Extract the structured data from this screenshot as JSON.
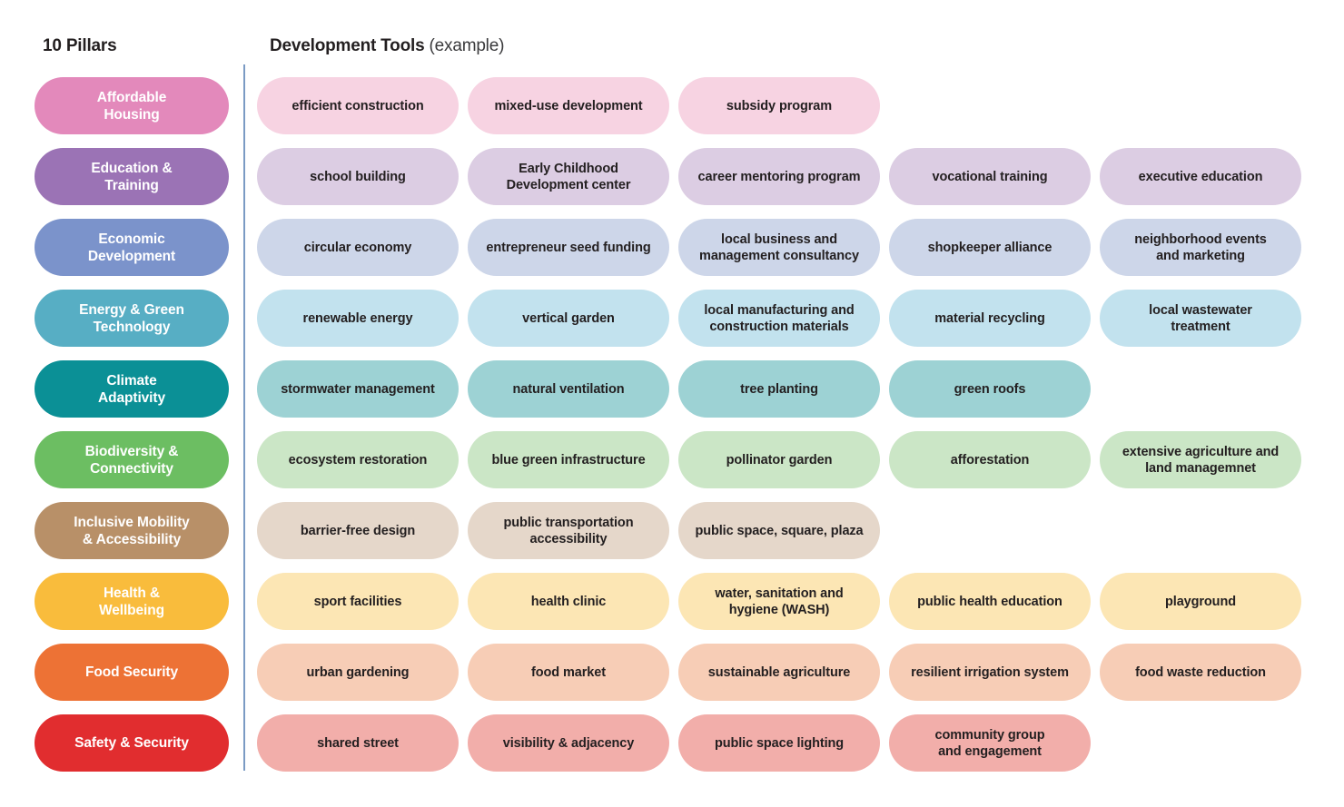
{
  "headers": {
    "pillars_title": "10 Pillars",
    "tools_title": "Development Tools",
    "tools_subtitle": "(example)"
  },
  "colors": {
    "divider": "#7b9bc4",
    "text_dark": "#231f20",
    "text_light": "#ffffff",
    "background": "#ffffff"
  },
  "rows": [
    {
      "pillar": {
        "label": "Affordable\nHousing",
        "color": "#e389bb"
      },
      "tool_color": "#f7d3e2",
      "tools": [
        "efficient construction",
        "mixed-use development",
        "subsidy program"
      ]
    },
    {
      "pillar": {
        "label": "Education &\nTraining",
        "color": "#9b73b5"
      },
      "tool_color": "#dccde3",
      "tools": [
        "school building",
        "Early Childhood\nDevelopment center",
        "career mentoring program",
        "vocational training",
        "executive education"
      ]
    },
    {
      "pillar": {
        "label": "Economic\nDevelopment",
        "color": "#7b93cb"
      },
      "tool_color": "#cdd6e9",
      "tools": [
        "circular economy",
        "entrepreneur seed funding",
        "local business and\nmanagement consultancy",
        "shopkeeper alliance",
        "neighborhood events\nand marketing"
      ]
    },
    {
      "pillar": {
        "label": "Energy & Green\nTechnology",
        "color": "#57aec4"
      },
      "tool_color": "#c2e2ee",
      "tools": [
        "renewable energy",
        "vertical garden",
        "local manufacturing and\nconstruction materials",
        "material recycling",
        "local wastewater\ntreatment"
      ]
    },
    {
      "pillar": {
        "label": "Climate\nAdaptivity",
        "color": "#0b9096"
      },
      "tool_color": "#9dd2d4",
      "tools": [
        "stormwater management",
        "natural ventilation",
        "tree planting",
        "green roofs"
      ]
    },
    {
      "pillar": {
        "label": "Biodiversity &\nConnectivity",
        "color": "#6cbe62"
      },
      "tool_color": "#cbe6c6",
      "tools": [
        "ecosystem restoration",
        "blue green infrastructure",
        "pollinator garden",
        "afforestation",
        "extensive agriculture and\nland managemnet"
      ]
    },
    {
      "pillar": {
        "label": "Inclusive Mobility\n& Accessibility",
        "color": "#b89068"
      },
      "tool_color": "#e5d7ca",
      "tools": [
        "barrier-free design",
        "public transportation\naccessibility",
        "public space, square, plaza"
      ]
    },
    {
      "pillar": {
        "label": "Health &\nWellbeing",
        "color": "#f9bc3c"
      },
      "tool_color": "#fce6b4",
      "tools": [
        "sport facilities",
        "health clinic",
        "water, sanitation and\nhygiene (WASH)",
        "public health education",
        "playground"
      ]
    },
    {
      "pillar": {
        "label": "Food Security",
        "color": "#ed7235"
      },
      "tool_color": "#f7cdb6",
      "tools": [
        "urban gardening",
        "food market",
        "sustainable agriculture",
        "resilient irrigation system",
        "food waste reduction"
      ]
    },
    {
      "pillar": {
        "label": "Safety & Security",
        "color": "#e12d2f"
      },
      "tool_color": "#f2aeaa",
      "tools": [
        "shared street",
        "visibility & adjacency",
        "public space lighting",
        "community group\nand engagement"
      ]
    }
  ]
}
